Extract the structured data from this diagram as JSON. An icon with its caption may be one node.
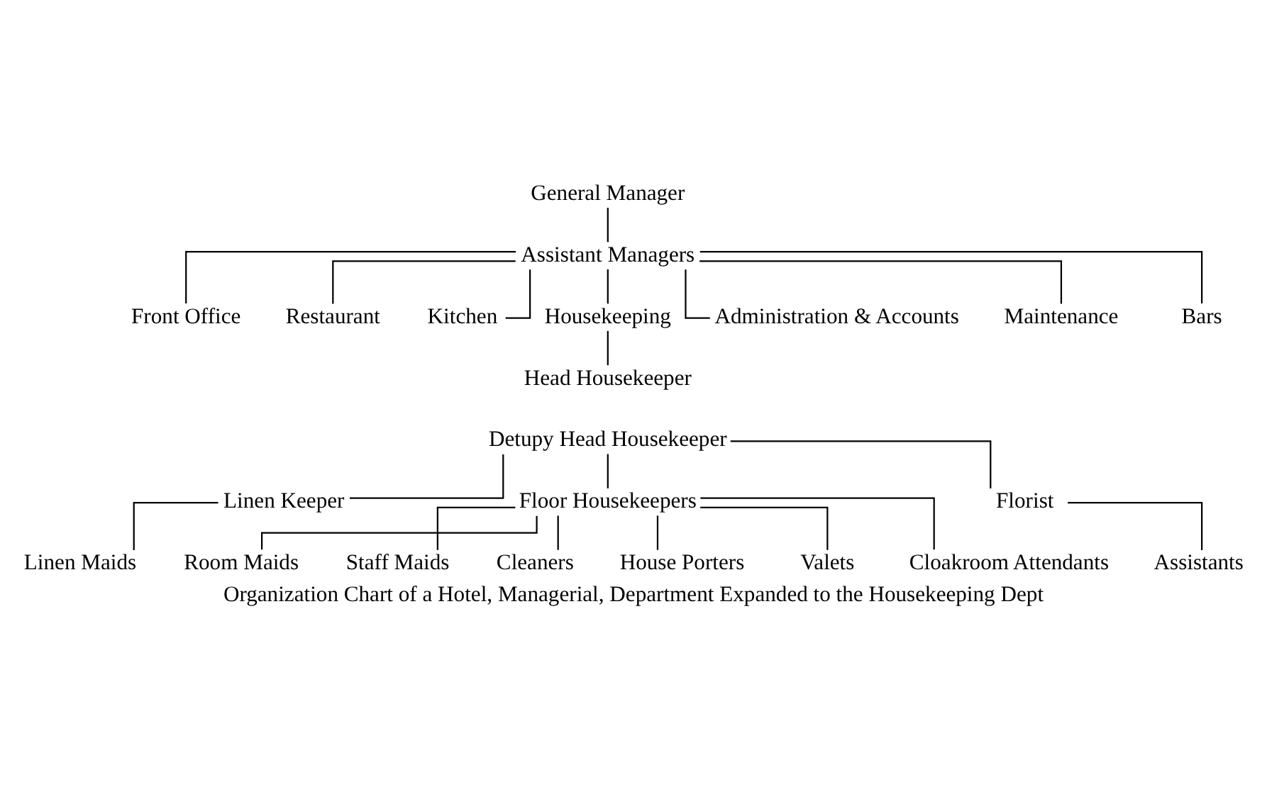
{
  "diagram": {
    "caption": "Organization Chart of a Hotel, Managerial, Department Expanded to the Housekeeping Dept",
    "nodes": [
      {
        "text": [
          "General Manager"
        ]
      },
      {
        "text": [
          "Assistant Managers"
        ]
      },
      {
        "text": [
          "Front Office"
        ]
      },
      {
        "text": [
          "Restaurant"
        ]
      },
      {
        "text": [
          "Kitchen"
        ]
      },
      {
        "text": [
          "Housekeeping"
        ]
      },
      {
        "text": [
          "Administration & Accounts"
        ]
      },
      {
        "text": [
          "Maintenance"
        ]
      },
      {
        "text": [
          "Bars"
        ]
      },
      {
        "text": [
          "Head Housekeeper"
        ]
      },
      {
        "text": [
          "Detupy Head Housekeeper"
        ]
      },
      {
        "text": [
          "Linen Keeper"
        ]
      },
      {
        "text": [
          "Floor Housekeepers"
        ]
      },
      {
        "text": [
          "Florist"
        ]
      },
      {
        "text": [
          "Linen Maids"
        ]
      },
      {
        "text": [
          "Room Maids"
        ]
      },
      {
        "text": [
          "Staff Maids"
        ]
      },
      {
        "text": [
          "Cleaners"
        ]
      },
      {
        "text": [
          "House Porters"
        ]
      },
      {
        "text": [
          "Valets"
        ]
      },
      {
        "text": [
          "Cloakroom Attendants"
        ]
      },
      {
        "text": [
          "Assistants"
        ]
      }
    ],
    "edges": [
      {
        "from": 0,
        "to": 1,
        "arrow": "none"
      },
      {
        "from": 1,
        "to": 2,
        "arrow": "none"
      },
      {
        "from": 1,
        "to": 3,
        "arrow": "none"
      },
      {
        "from": 1,
        "to": 4,
        "arrow": "none"
      },
      {
        "from": 1,
        "to": 5,
        "arrow": "none"
      },
      {
        "from": 1,
        "to": 6,
        "arrow": "none"
      },
      {
        "from": 1,
        "to": 7,
        "arrow": "none"
      },
      {
        "from": 1,
        "to": 8,
        "arrow": "none"
      },
      {
        "from": 5,
        "to": 9,
        "arrow": "none"
      },
      {
        "from": 10,
        "to": 11,
        "arrow": "none"
      },
      {
        "from": 10,
        "to": 12,
        "arrow": "none"
      },
      {
        "from": 10,
        "to": 13,
        "arrow": "none"
      },
      {
        "from": 11,
        "to": 14,
        "arrow": "none"
      },
      {
        "from": 12,
        "to": 15,
        "arrow": "none"
      },
      {
        "from": 12,
        "to": 16,
        "arrow": "none"
      },
      {
        "from": 12,
        "to": 17,
        "arrow": "none"
      },
      {
        "from": 12,
        "to": 18,
        "arrow": "none"
      },
      {
        "from": 12,
        "to": 19,
        "arrow": "none"
      },
      {
        "from": 12,
        "to": 20,
        "arrow": "none"
      },
      {
        "from": 13,
        "to": 21,
        "arrow": "none"
      }
    ]
  }
}
